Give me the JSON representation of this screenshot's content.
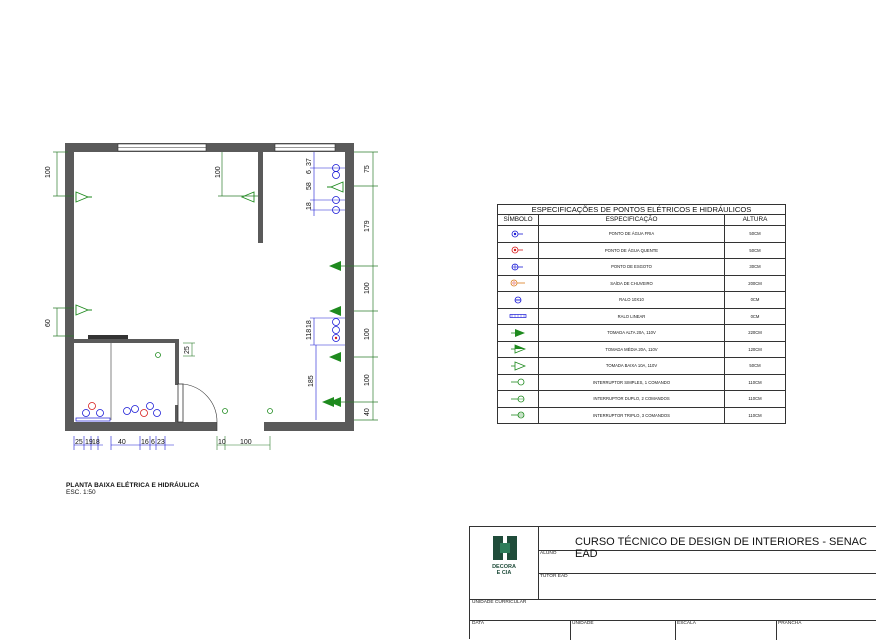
{
  "plan": {
    "dimensions_left": [
      "100",
      "60"
    ],
    "dimensions_top_inner": [
      "100"
    ],
    "dimensions_right_small": [
      "37",
      "6",
      "58",
      "18",
      "18",
      "118"
    ],
    "dimensions_right": [
      "75",
      "179",
      "100",
      "100",
      "100",
      "40"
    ],
    "dimension_185": "185",
    "dimension_25": "25",
    "dimensions_bottom": [
      "25",
      "19",
      "18",
      "40",
      "16",
      "6",
      "23",
      "10",
      "100"
    ],
    "caption_title": "PLANTA BAIXA ELÉTRICA E HIDRÁULICA",
    "caption_scale": "ESC. 1:50"
  },
  "spec_table": {
    "title": "ESPECIFICAÇÕES DE PONTOS ELÉTRICOS E HIDRÁULICOS",
    "headers": [
      "SÍMBOLO",
      "ESPECIFICAÇÃO",
      "ALTURA"
    ],
    "rows": [
      {
        "symbol": "water-cold-icon",
        "spec": "PONTO DE ÁGUA FRIA",
        "height": "50CM"
      },
      {
        "symbol": "water-hot-icon",
        "spec": "PONTO DE ÁGUA QUENTE",
        "height": "50CM"
      },
      {
        "symbol": "sewage-icon",
        "spec": "PONTO DE ESGOTO",
        "height": "30CM"
      },
      {
        "symbol": "shower-outlet-icon",
        "spec": "SAÍDA DE CHUVEIRO",
        "height": "200CM"
      },
      {
        "symbol": "drain-icon",
        "spec": "RALO 10X10",
        "height": "0CM"
      },
      {
        "symbol": "linear-drain-icon",
        "spec": "RALO LINEAR",
        "height": "0CM"
      },
      {
        "symbol": "socket-high-icon",
        "spec": "TOMADA ALTA 20A, 110V",
        "height": "220CM"
      },
      {
        "symbol": "socket-mid-icon",
        "spec": "TOMADA MÉDIA 20A, 110V",
        "height": "120CM"
      },
      {
        "symbol": "socket-low-icon",
        "spec": "TOMADA BAIXA 10A, 110V",
        "height": "50CM"
      },
      {
        "symbol": "switch-single-icon",
        "spec": "INTERRUPTOR SIMPLES, 1 COMANDO",
        "height": "110CM"
      },
      {
        "symbol": "switch-double-icon",
        "spec": "INTERRUPTOR DUPLO, 2 COMANDOS",
        "height": "110CM"
      },
      {
        "symbol": "switch-triple-icon",
        "spec": "INTERRUPTOR TRIPLO, 3 COMANDOS",
        "height": "110CM"
      }
    ]
  },
  "title_block": {
    "course": "CURSO TÉCNICO DE DESIGN DE INTERIORES - SENAC EAD",
    "logo_line1": "DECORA",
    "logo_line2": "E CIA",
    "aluno": "ALUNO",
    "tutor": "TUTOR EAD",
    "unidade_curricular": "UNIDADE CURRICULAR",
    "data": "DATA",
    "unidade": "UNIDADE",
    "escala": "ESCALA",
    "prancha": "PRANCHA"
  },
  "colors": {
    "wall": "#5a5a5a",
    "green": "#1e8a1e",
    "blue": "#1a1ad6",
    "red": "#d61a1a",
    "logo": "#1f4c3a"
  }
}
